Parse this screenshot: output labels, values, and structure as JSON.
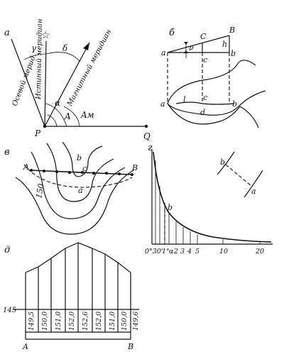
{
  "panel_a": {
    "label": "а",
    "grid_meridian": "Осевой мерид.",
    "true_meridian": "Истинный меридиан",
    "magnetic_meridian": "Магнитный меридиан",
    "gamma": "γ",
    "delta": "δ",
    "alpha": "α",
    "azimuth": "A",
    "magnetic_azimuth": "Aм",
    "point_p": "P",
    "point_q": "Q",
    "star": "☆"
  },
  "panel_b": {
    "label": "б",
    "a": "a",
    "c_top": "C",
    "b_top": "B",
    "nu": "ν",
    "h": "h",
    "b": "b",
    "c": "c",
    "a_low": "a",
    "l": "l",
    "c_low": "c",
    "d": "d",
    "b_low": "b"
  },
  "panel_v": {
    "label": "в",
    "A": "A",
    "B": "B",
    "b": "b",
    "c": "c",
    "a": "a",
    "contour": "150"
  },
  "panel_g": {
    "label": "г",
    "b": "b",
    "inset_b": "b",
    "inset_a": "a",
    "ticks": [
      "0°30'",
      "1°",
      "α",
      "2",
      "3",
      "4",
      "5",
      "10",
      "20"
    ]
  },
  "panel_d": {
    "label": "д",
    "left_elev": "145",
    "elevations": [
      "149,5",
      "150,0",
      "151,0",
      "152,0",
      "152,6",
      "152,0",
      "151,0",
      "150,0",
      "149,6"
    ],
    "A": "A",
    "B": "B"
  }
}
